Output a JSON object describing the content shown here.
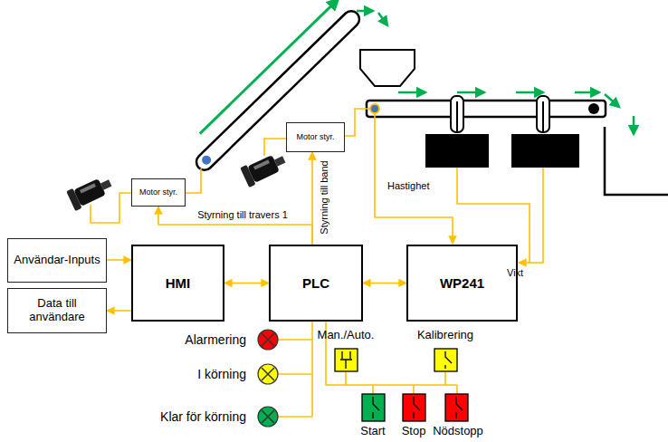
{
  "diagram": {
    "nodes": [
      {
        "text": [
          "Motor styr."
        ]
      },
      {
        "text": [
          "Motor styr."
        ]
      },
      {
        "text": [
          "Användar-Inputs"
        ]
      },
      {
        "text": [
          "Data till användare"
        ]
      },
      {
        "text": [
          "HMI"
        ]
      },
      {
        "text": [
          "PLC"
        ]
      },
      {
        "text": [
          "WP241"
        ]
      }
    ],
    "edges": [
      {
        "from": 2,
        "to": 4,
        "arrow": "to"
      },
      {
        "from": 4,
        "to": 3,
        "arrow": "to"
      },
      {
        "from": 4,
        "to": 5,
        "arrow": "both"
      },
      {
        "from": 5,
        "to": 6,
        "arrow": "both"
      },
      {
        "from": 5,
        "to": 0,
        "label": "Styrning till travers 1",
        "arrow": "to"
      },
      {
        "from": 5,
        "to": 1,
        "label": "Styrning till band",
        "arrow": "to"
      }
    ],
    "labels": [
      "Hastighet",
      "Vikt",
      "Man./Auto.",
      "Kalibrering",
      "Alarmering",
      "I körning",
      "Klar för körning",
      "Start",
      "Stop",
      "Nödstopp"
    ]
  }
}
